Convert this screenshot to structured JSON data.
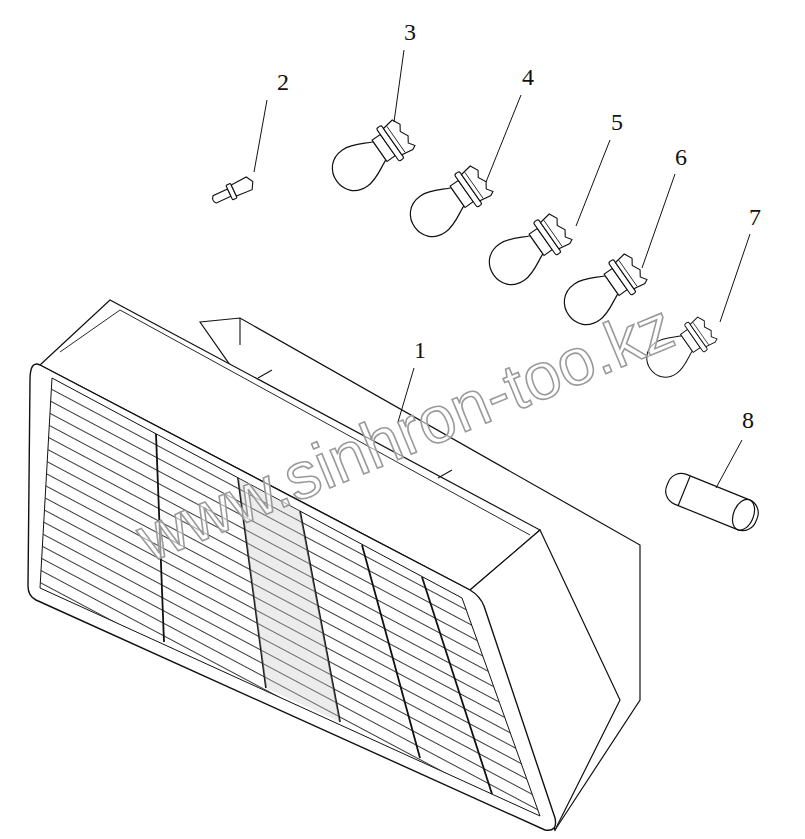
{
  "diagram": {
    "labels": [
      "1",
      "2",
      "3",
      "4",
      "5",
      "6",
      "7",
      "8",
      "www.sinhron-too.kz"
    ]
  }
}
